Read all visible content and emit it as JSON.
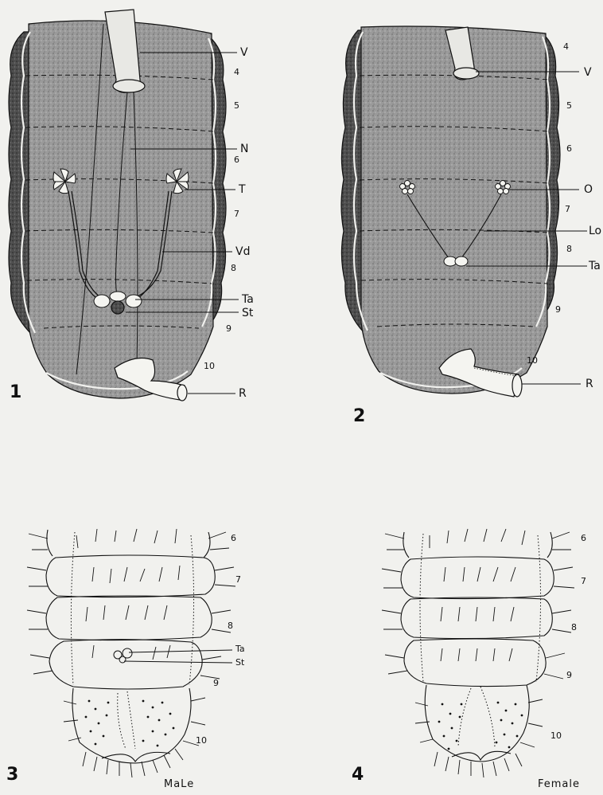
{
  "figures": [
    {
      "number": "1",
      "segments": [
        "4",
        "5",
        "6",
        "7",
        "8",
        "9",
        "10"
      ],
      "structures": [
        "V",
        "N",
        "T",
        "Vd",
        "Ta",
        "St",
        "R"
      ]
    },
    {
      "number": "2",
      "segments": [
        "4",
        "5",
        "6",
        "7",
        "8",
        "9",
        "10"
      ],
      "structures": [
        "V",
        "O",
        "Lo",
        "Ta",
        "R"
      ]
    },
    {
      "number": "3",
      "caption": "MaLe",
      "segments": [
        "6",
        "7",
        "8",
        "9",
        "10"
      ],
      "structures": [
        "Ta",
        "St"
      ]
    },
    {
      "number": "4",
      "caption": "Female",
      "segments": [
        "6",
        "7",
        "8",
        "9",
        "10"
      ]
    }
  ],
  "colors": {
    "paper": "#f1f1ee",
    "ink": "#111111",
    "stipple": "#8f8f8f",
    "rim": "#3a3a3a"
  }
}
